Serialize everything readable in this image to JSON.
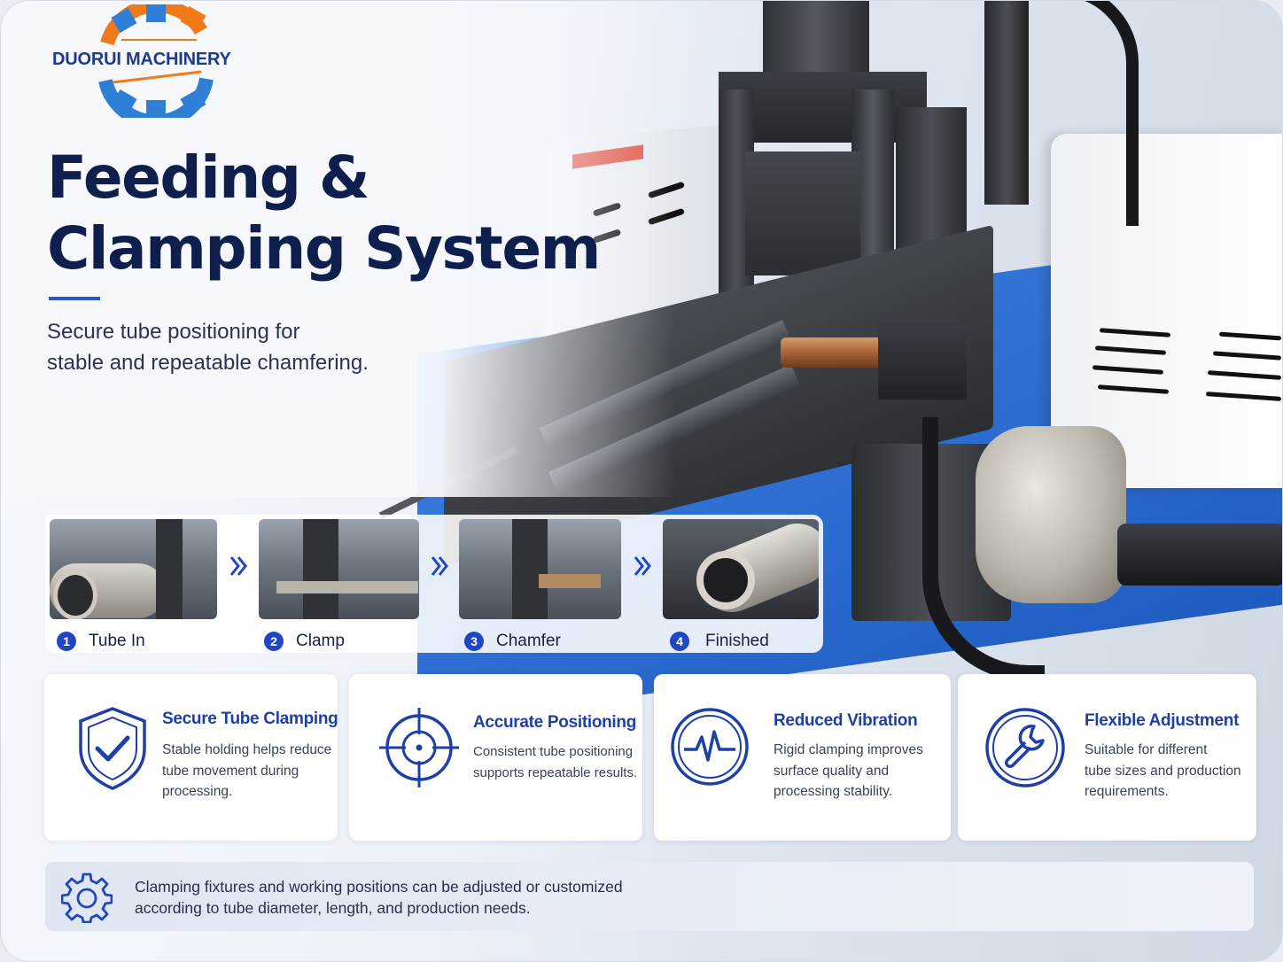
{
  "brand": {
    "name": "DUORUI MACHINERY"
  },
  "hero": {
    "title_line1": "Feeding &",
    "title_line2": "Clamping System",
    "subtitle_line1": "Secure tube positioning for",
    "subtitle_line2": "stable and repeatable chamfering."
  },
  "process_steps": [
    {
      "number": "1",
      "label": "Tube In"
    },
    {
      "number": "2",
      "label": "Clamp"
    },
    {
      "number": "3",
      "label": "Chamfer"
    },
    {
      "number": "4",
      "label": "Finished"
    }
  ],
  "features": [
    {
      "icon": "shield-check-icon",
      "title": "Secure Tube Clamping",
      "desc_lines": [
        "Stable holding helps reduce",
        "tube movement during",
        "processing."
      ]
    },
    {
      "icon": "crosshair-target-icon",
      "title": "Accurate Positioning",
      "desc_lines": [
        "Consistent tube positioning",
        "supports repeatable results."
      ]
    },
    {
      "icon": "vibration-pulse-icon",
      "title": "Reduced Vibration",
      "desc_lines": [
        "Rigid clamping improves",
        "surface quality and",
        "processing stability."
      ]
    },
    {
      "icon": "wrench-icon",
      "title": "Flexible Adjustment",
      "desc_lines": [
        "Suitable for different",
        "tube sizes and production",
        "requirements."
      ]
    }
  ],
  "note": {
    "icon": "gear-icon",
    "line1": "Clamping fixtures and working positions can be adjusted or customized",
    "line2": "according to tube diameter, length, and production needs."
  },
  "colors": {
    "navy_title": "#0f1f4d",
    "accent_blue": "#1f47c5",
    "feature_title_blue": "#1f3fa8",
    "logo_blue": "#1d3a8f",
    "logo_orange": "#f07a1a",
    "machine_table_blue": "#2f6fd0"
  }
}
